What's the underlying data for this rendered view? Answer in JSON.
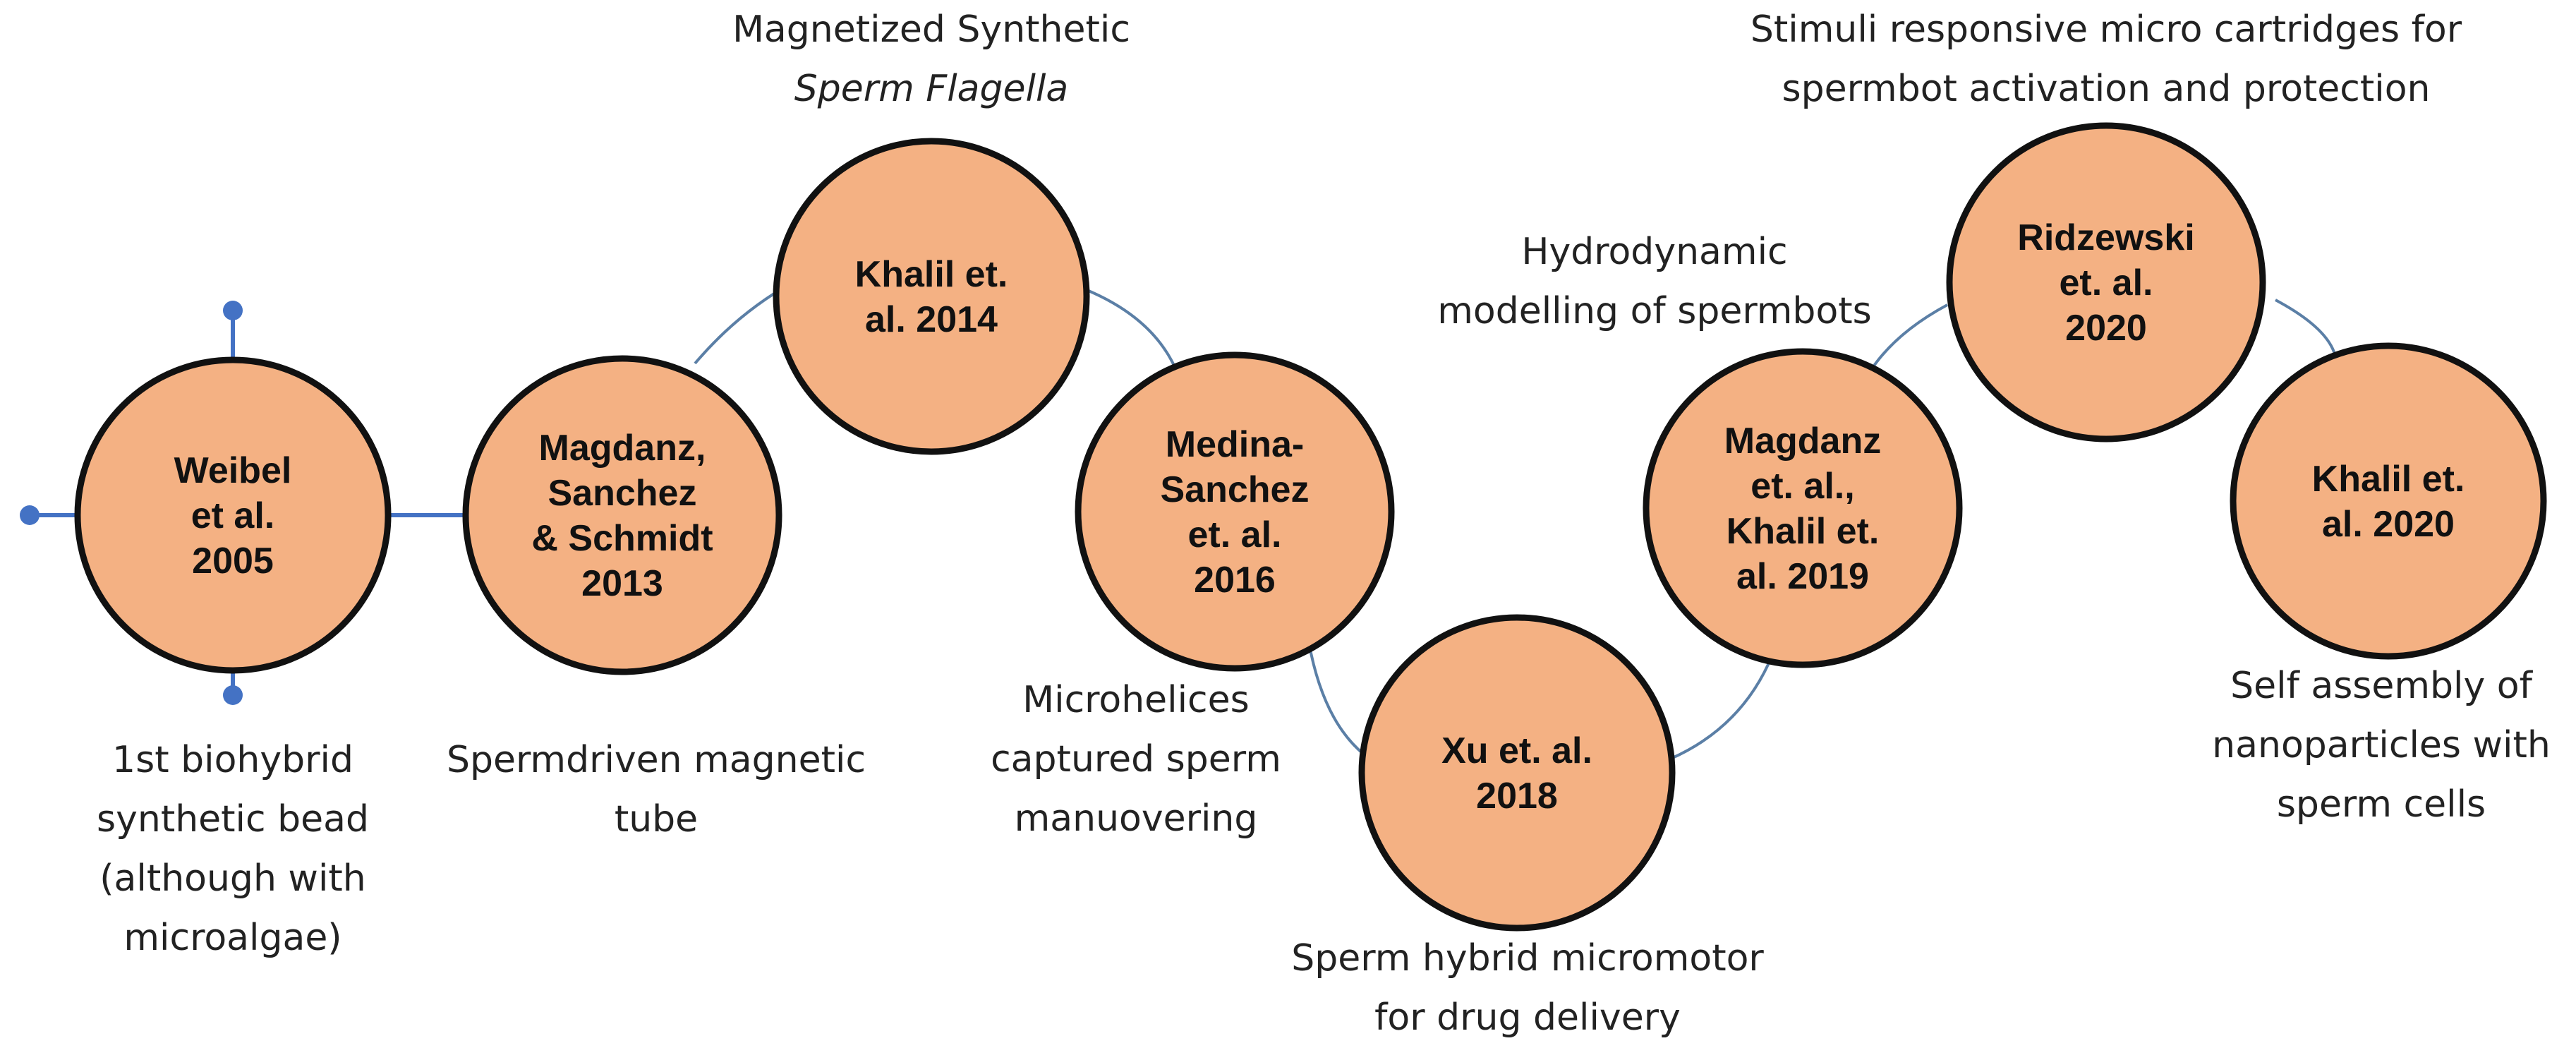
{
  "colors": {
    "node_fill": "#f4b183",
    "node_stroke": "#111111",
    "connector": "#5b7fa6",
    "axis": "#4472c4"
  },
  "nodes": [
    {
      "id": "weibel-2005",
      "lines": [
        "Weibel",
        "et al.",
        "2005"
      ]
    },
    {
      "id": "magdanz-2013",
      "lines": [
        "Magdanz,",
        "Sanchez",
        "& Schmidt",
        "2013"
      ]
    },
    {
      "id": "khalil-2014",
      "lines": [
        "Khalil et.",
        "al. 2014"
      ]
    },
    {
      "id": "medina-2016",
      "lines": [
        "Medina-",
        "Sanchez",
        "et. al.",
        "2016"
      ]
    },
    {
      "id": "xu-2018",
      "lines": [
        "Xu et. al.",
        "2018"
      ]
    },
    {
      "id": "magdanz-khalil-2019",
      "lines": [
        "Magdanz",
        "et. al.,",
        "Khalil et.",
        "al. 2019"
      ]
    },
    {
      "id": "ridzewski-2020",
      "lines": [
        "Ridzewski",
        "et. al.",
        "2020"
      ]
    },
    {
      "id": "khalil-2020",
      "lines": [
        "Khalil et.",
        "al. 2020"
      ]
    }
  ],
  "captions": {
    "weibel": [
      "1st biohybrid",
      "synthetic bead",
      "(although with",
      "microalgae)"
    ],
    "magdanz_2013": [
      "Spermdriven magnetic",
      "tube"
    ],
    "khalil_2014": {
      "line1": "Magnetized Synthetic",
      "line2": "Sperm Flagella"
    },
    "medina_2016": [
      "Microhelices",
      "captured sperm",
      "manuovering"
    ],
    "xu_2018": [
      "Sperm hybrid micromotor",
      "for drug delivery"
    ],
    "magdanz_khalil_2019": [
      "Hydrodynamic",
      "modelling of spermbots"
    ],
    "ridzewski_2020": [
      "Stimuli responsive micro cartridges for",
      "spermbot activation and protection"
    ],
    "khalil_2020": [
      "Self assembly of",
      "nanoparticles with",
      "sperm cells"
    ]
  }
}
